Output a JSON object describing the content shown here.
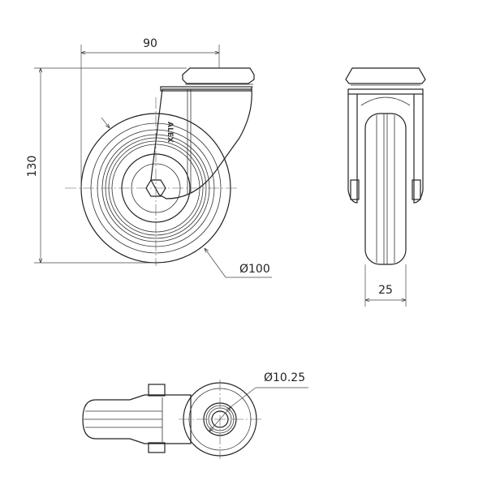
{
  "drawing": {
    "front_view": {
      "width_dimension": "90",
      "height_dimension": "130",
      "wheel_diameter": "Ø100",
      "fork_logo": "ALEX"
    },
    "side_view": {
      "wheel_width_dimension": "25"
    },
    "bottom_view": {
      "bolt_hole_diameter": "Ø10.25"
    },
    "colors": {
      "line": "#222222",
      "background": "#ffffff"
    }
  }
}
